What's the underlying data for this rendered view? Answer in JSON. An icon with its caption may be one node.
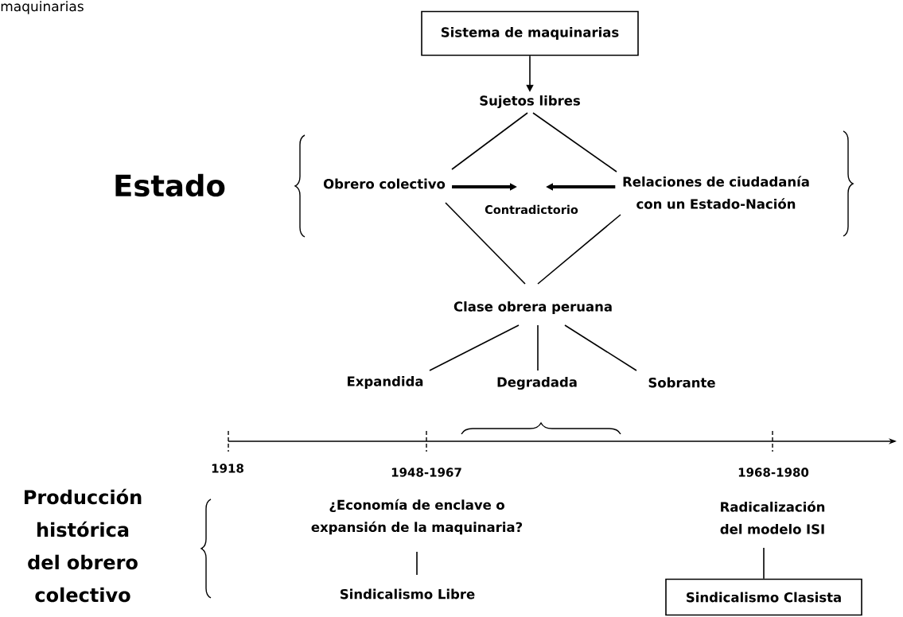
{
  "diagram": {
    "nodes": [
      {
        "text": [
          "Sistema de maquinarias"
        ]
      },
      {
        "text": [
          "Sujetos libres"
        ]
      },
      {
        "text": [
          "Obrero colectivo"
        ]
      },
      {
        "text": [
          "Relaciones de ciudadanía con un Estado-Nación"
        ]
      },
      {
        "text": [
          "Contradictorio"
        ]
      },
      {
        "text": [
          "Clase obrera peruana"
        ]
      },
      {
        "text": [
          "Expandida"
        ]
      },
      {
        "text": [
          "Degradada"
        ]
      },
      {
        "text": [
          "Sobrante"
        ]
      },
      {
        "text": [
          "¿Economía de enclave o expansión de la maquinaria?"
        ]
      },
      {
        "text": [
          "Sindicalismo Libre"
        ]
      },
      {
        "text": [
          "Radicalización del modelo ISI"
        ]
      },
      {
        "text": [
          "Sindicalismo Clasista"
        ]
      }
    ],
    "edges": [
      {
        "from": 0,
        "to": 1,
        "arrow": "to"
      },
      {
        "from": 1,
        "to": 2,
        "arrow": "none"
      },
      {
        "from": 1,
        "to": 3,
        "arrow": "none"
      },
      {
        "from": 2,
        "to": 4,
        "arrow": "to",
        "style": "thick"
      },
      {
        "from": 3,
        "to": 4,
        "arrow": "to",
        "style": "thick"
      },
      {
        "from": 2,
        "to": 5,
        "arrow": "none"
      },
      {
        "from": 3,
        "to": 5,
        "arrow": "none"
      },
      {
        "from": 5,
        "to": 6,
        "arrow": "none"
      },
      {
        "from": 5,
        "to": 7,
        "arrow": "none"
      },
      {
        "from": 5,
        "to": 8,
        "arrow": "none"
      },
      {
        "from": 9,
        "to": 10,
        "arrow": "none"
      },
      {
        "from": 11,
        "to": 12,
        "arrow": "none"
      }
    ],
    "labels": [
      "maquinarias",
      "Estado",
      "1918",
      "1948-1967",
      "1968-1980",
      "Producción histórica del obrero colectivo"
    ]
  }
}
